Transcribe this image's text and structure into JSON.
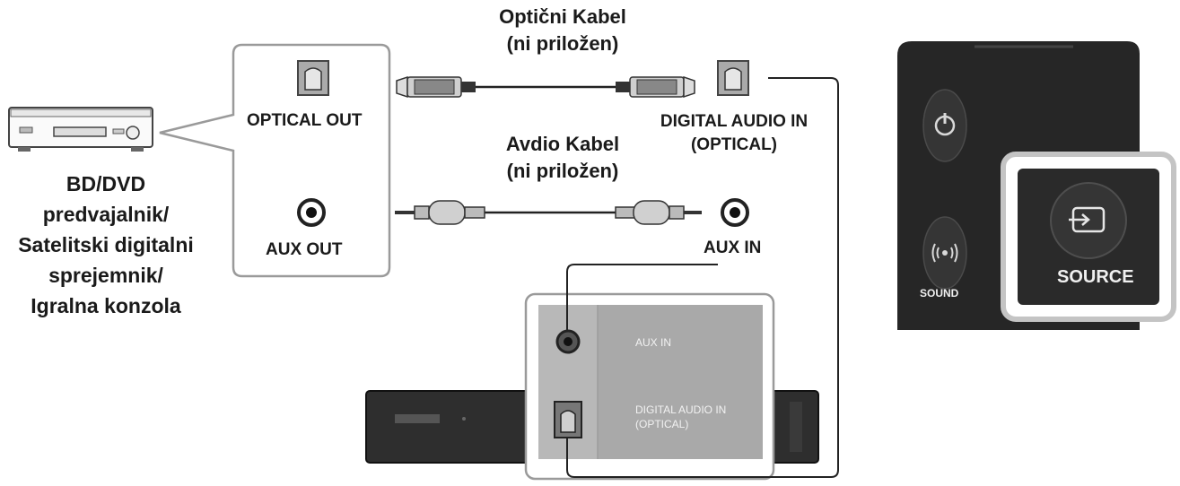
{
  "optical_cable": {
    "title": "Optični Kabel",
    "note": "(ni priložen)"
  },
  "audio_cable": {
    "title": "Avdio Kabel",
    "note": "(ni priložen)"
  },
  "source_ports": {
    "optical_out": "OPTICAL OUT",
    "aux_out": "AUX OUT"
  },
  "soundbar_ports": {
    "digital_audio_in": "DIGITAL AUDIO IN",
    "digital_audio_in_sub": "(OPTICAL)",
    "aux_in": "AUX IN"
  },
  "source_device": {
    "lines": [
      "BD/DVD",
      "predvajalnik/",
      "Satelitski digitalni",
      "sprejemnik/",
      "Igralna konzola"
    ]
  },
  "soundbar_panel": {
    "aux_in": "AUX IN",
    "digital_audio_in": "DIGITAL AUDIO IN",
    "digital_audio_in_sub": "(OPTICAL)"
  },
  "remote": {
    "sound_label": "SOUND",
    "source_label": "SOURCE"
  },
  "colors": {
    "panel_gray": "#a9a9a9",
    "remote_body": "#2b2b2b",
    "highlight_border": "#bdbdbd"
  }
}
